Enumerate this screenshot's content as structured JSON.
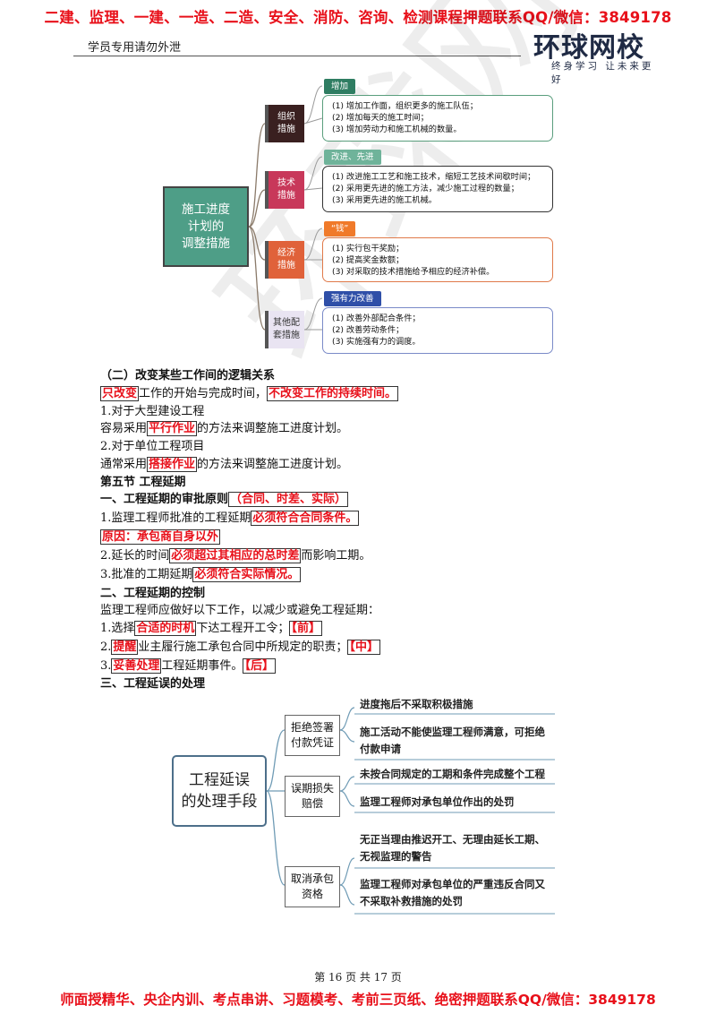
{
  "banners": {
    "top": "二建、监理、一建、一造、二造、安全、消防、咨询、检测课程押题联系QQ/微信：3849178",
    "bottom": "师面授精华、央企内训、考点串讲、习题模考、考前三页纸、绝密押题联系QQ/微信：3849178"
  },
  "header": {
    "left": "学员专用请勿外泄",
    "logo_main": "环球网校",
    "logo_sub": "终身学习 让未来更好"
  },
  "watermark": "环球网校",
  "diagram1": {
    "center": [
      "施工进度",
      "计划的",
      "调整措施"
    ],
    "branches": [
      {
        "category": [
          "组织",
          "措施"
        ],
        "tag": "增加",
        "items": [
          "(1) 增加工作面，组织更多的施工队伍；",
          "(2) 增加每天的施工时间；",
          "(3) 增加劳动力和施工机械的数量。"
        ]
      },
      {
        "category": [
          "技术",
          "措施"
        ],
        "tag": "改进、先进",
        "items": [
          "(1) 改进施工工艺和施工技术，缩短工艺技术间歇时间；",
          "(2) 采用更先进的施工方法，减少施工过程的数量；",
          "(3) 采用更先进的施工机械。"
        ]
      },
      {
        "category": [
          "经济",
          "措施"
        ],
        "tag": "“钱”",
        "items": [
          "(1) 实行包干奖励；",
          "(2) 提高奖金数额；",
          "(3) 对采取的技术措施给予相应的经济补偿。"
        ]
      },
      {
        "category": [
          "其他配",
          "套措施"
        ],
        "tag": "强有力改善",
        "items": [
          "(1) 改善外部配合条件；",
          "(2) 改善劳动条件；",
          "(3) 实施强有力的调度。"
        ]
      }
    ]
  },
  "text": {
    "s2_heading": "（二）改变某些工作间的逻辑关系",
    "l1_a": "只改变",
    "l1_b": "工作的开始与完成时间，",
    "l1_c": "不改变工作的持续时间。",
    "l2": "1.对于大型建设工程",
    "l3_a": "容易采用",
    "l3_b": "平行作业",
    "l3_c": "的方法来调整施工进度计划。",
    "l4": "2.对于单位工程项目",
    "l5_a": "通常采用",
    "l5_b": "搭接作业",
    "l5_c": "的方法来调整施工进度计划。",
    "section": "第五节  工程延期",
    "h1_a": "一、工程延期的审批原则",
    "h1_b": "（合同、时差、实际）",
    "p1_a": "1.监理工程师批准的工程延期",
    "p1_b": "必须符合合同条件。",
    "p2": "原因：承包商自身以外",
    "p3_a": "2.延长的时间",
    "p3_b": "必须超过其相应的总时差",
    "p3_c": "而影响工期。",
    "p4_a": "3.批准的工期延期",
    "p4_b": "必须符合实际情况。",
    "h2": "二、工程延期的控制",
    "p5": "监理工程师应做好以下工作，以减少或避免工程延期：",
    "p6_a": "1.选择",
    "p6_b": "合适的时机",
    "p6_c": "下达工程开工令；",
    "p6_d": "【前】",
    "p7_a": "2.",
    "p7_b": "提醒",
    "p7_c": "业主履行施工承包合同中所规定的职责；",
    "p7_d": "【中】",
    "p8_a": "3.",
    "p8_b": "妥善处理",
    "p8_c": "工程延期事件。",
    "p8_d": "【后】",
    "h3": "三、工程延误的处理"
  },
  "diagram2": {
    "center": [
      "工程延误",
      "的处理手段"
    ],
    "branches": [
      {
        "category": [
          "拒绝签署",
          "付款凭证"
        ],
        "items": [
          "进度拖后不采取积极措施",
          "施工活动不能使监理工程师满意，可拒绝",
          "付款申请"
        ]
      },
      {
        "category": [
          "误期损失",
          "赔偿"
        ],
        "items": [
          "未按合同规定的工期和条件完成整个工程",
          "监理工程师对承包单位作出的处罚"
        ]
      },
      {
        "category": [
          "取消承包",
          "资格"
        ],
        "items": [
          "无正当理由推迟开工、无理由延长工期、",
          "无视监理的警告",
          "监理工程师对承包单位的严重违反合同又",
          "不采取补救措施的处罚"
        ]
      }
    ]
  },
  "footer": "第 16 页 共 17 页"
}
